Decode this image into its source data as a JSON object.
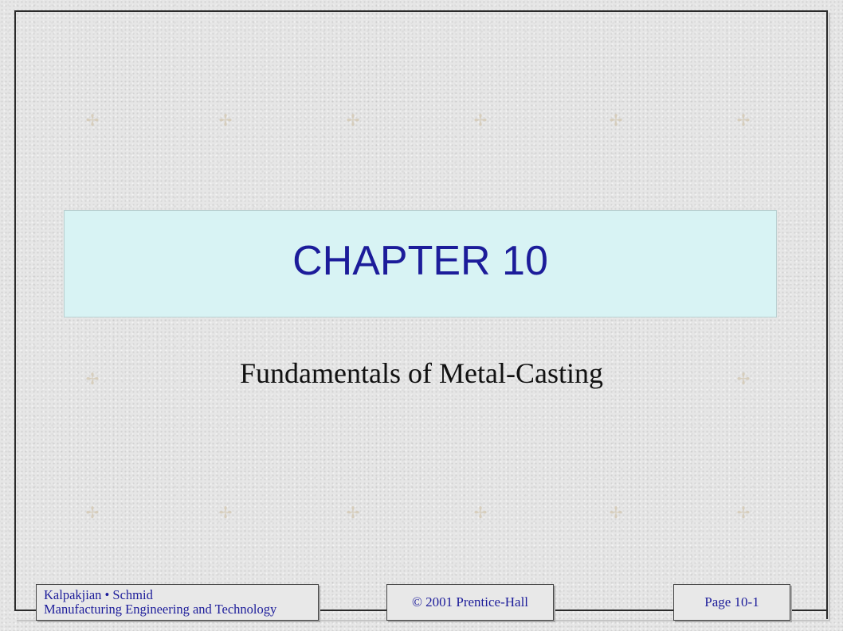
{
  "title": {
    "chapter": "CHAPTER 10",
    "subtitle": "Fundamentals of Metal-Casting"
  },
  "footer": {
    "authors": "Kalpakjian • Schmid",
    "book": "Manufacturing Engineering and Technology",
    "copyright": "© 2001 Prentice-Hall",
    "page": "Page 10-1"
  },
  "colors": {
    "title_text": "#1c1c9a",
    "title_box": "#d8f3f4",
    "background": "#e6e6e6",
    "footer_text": "#1c1c9a"
  },
  "icons": {
    "background_motif": "faint-star-mark-icon"
  }
}
